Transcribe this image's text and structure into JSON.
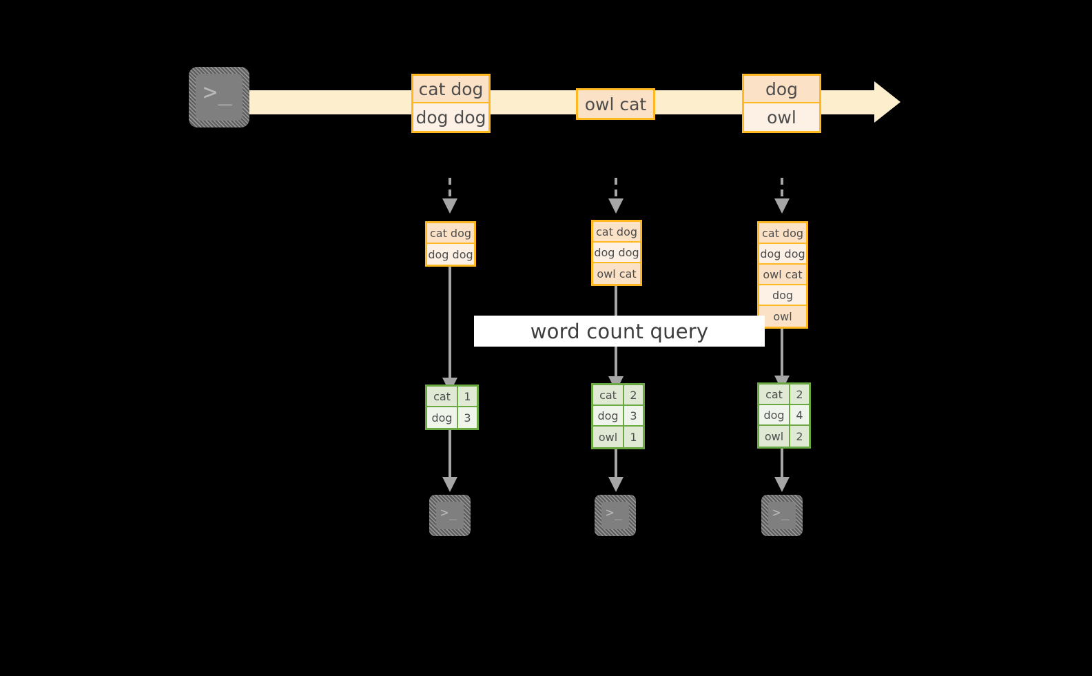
{
  "diagram": {
    "title_label": "word count query",
    "colors": {
      "background": "#000000",
      "stream_fill": "#fdeecd",
      "record_border": "#ffb81f",
      "record_fill_dark": "#fbe2c6",
      "record_fill_light": "#fdf1e6",
      "result_border": "#6aa942",
      "result_fill_dark": "#dfe9d3",
      "result_fill_light": "#f0f5ec",
      "connector": "#a6a6a6",
      "terminal_fill": "#7f7f7f",
      "label_band": "#ffffff",
      "text": "#4d4d4d"
    },
    "producer": {
      "icon": "terminal-icon",
      "prompt": ">_"
    },
    "stream": {
      "icon": "stream-arrow-icon",
      "events": [
        {
          "lines": [
            "cat dog",
            "dog dog"
          ]
        },
        {
          "lines": [
            "owl cat"
          ]
        },
        {
          "lines": [
            "dog",
            "owl"
          ]
        }
      ]
    },
    "snapshots": [
      {
        "name": "snapshot-1",
        "records": [
          "cat dog",
          "dog dog"
        ],
        "results": {
          "rows": [
            {
              "word": "cat",
              "count": "1"
            },
            {
              "word": "dog",
              "count": "3"
            }
          ]
        },
        "consumer": {
          "icon": "terminal-icon",
          "prompt": ">_"
        }
      },
      {
        "name": "snapshot-2",
        "records": [
          "cat dog",
          "dog dog",
          "owl cat"
        ],
        "results": {
          "rows": [
            {
              "word": "cat",
              "count": "2"
            },
            {
              "word": "dog",
              "count": "3"
            },
            {
              "word": "owl",
              "count": "1"
            }
          ]
        },
        "consumer": {
          "icon": "terminal-icon",
          "prompt": ">_"
        }
      },
      {
        "name": "snapshot-3",
        "records": [
          "cat dog",
          "dog dog",
          "owl cat",
          "dog",
          "owl"
        ],
        "results": {
          "rows": [
            {
              "word": "cat",
              "count": "2"
            },
            {
              "word": "dog",
              "count": "4"
            },
            {
              "word": "owl",
              "count": "2"
            }
          ]
        },
        "consumer": {
          "icon": "terminal-icon",
          "prompt": ">_"
        }
      }
    ]
  }
}
